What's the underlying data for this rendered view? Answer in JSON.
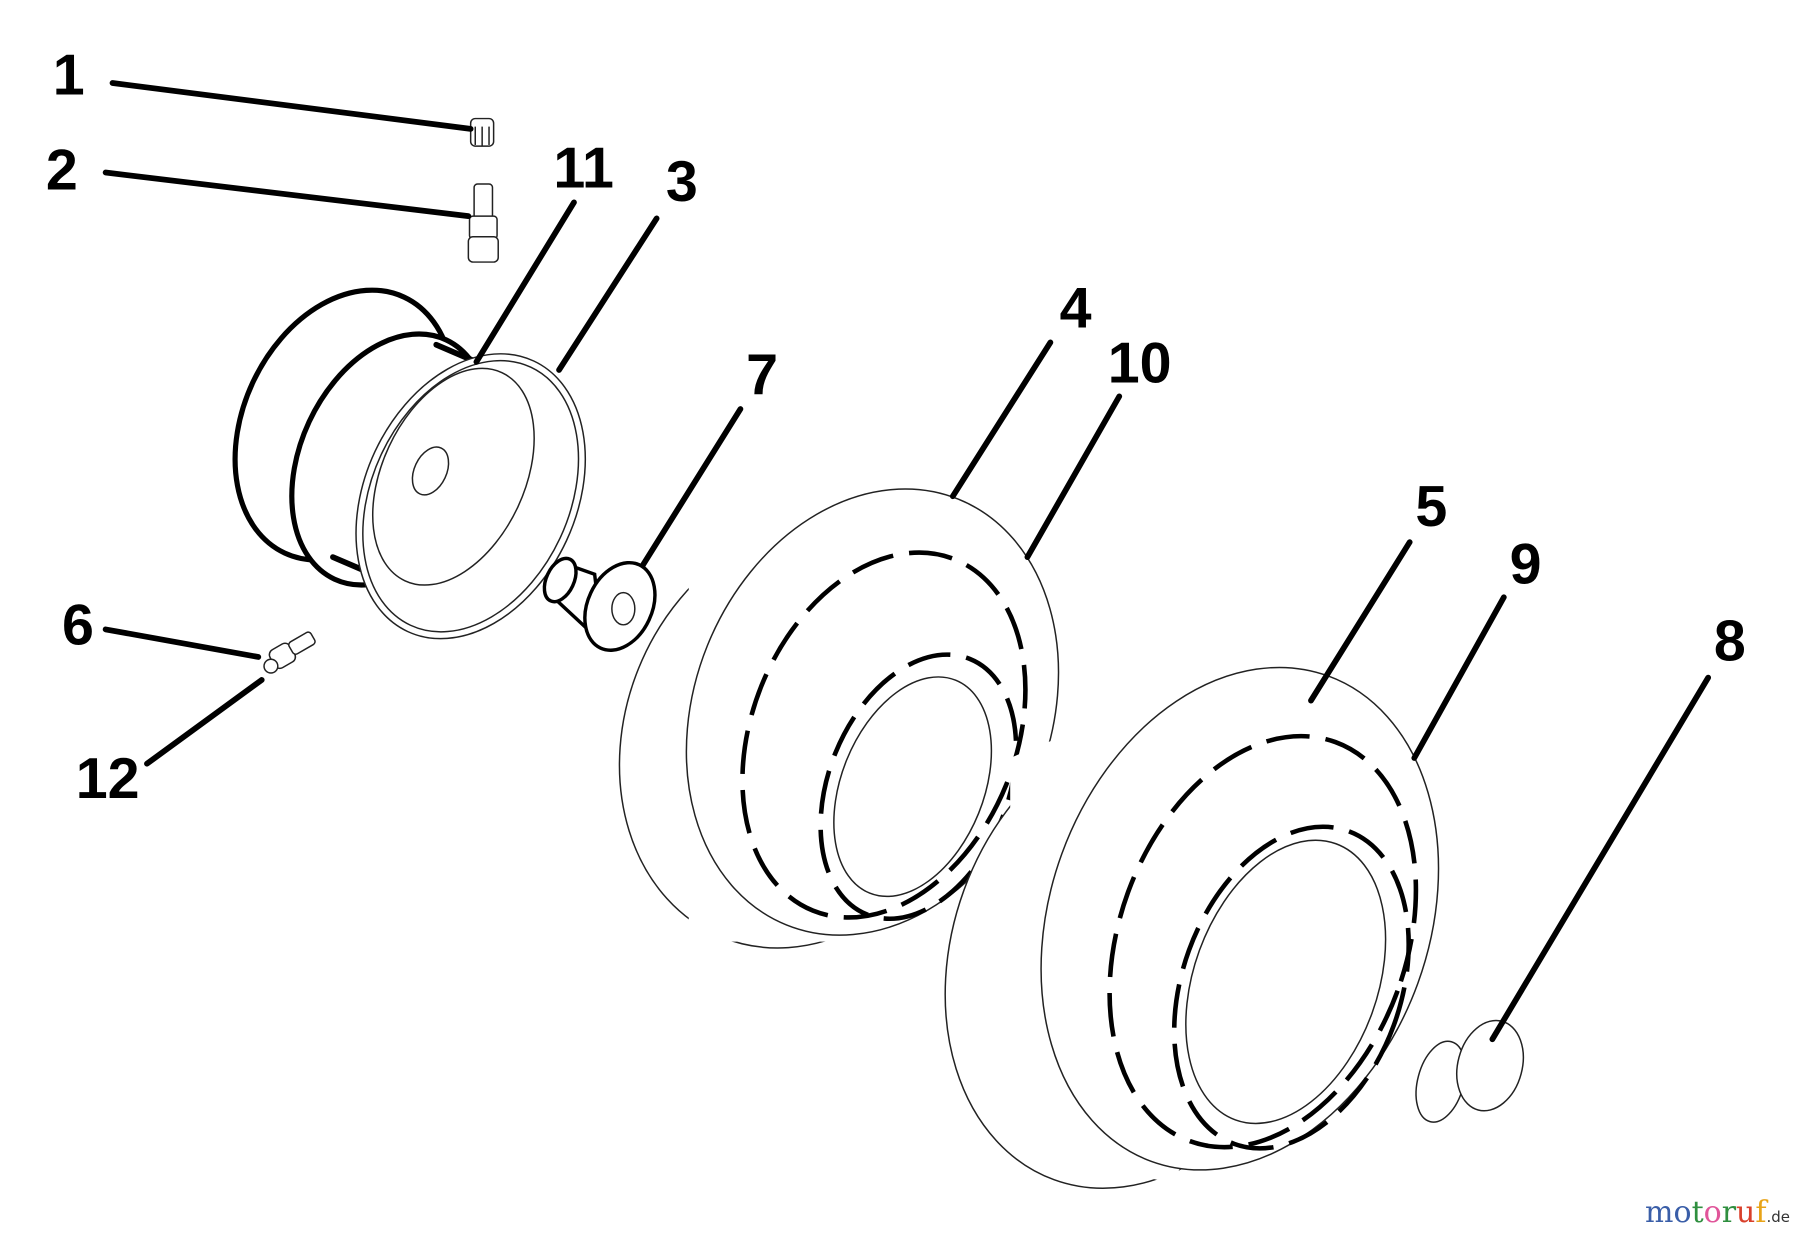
{
  "diagram": {
    "callouts": [
      "1",
      "2",
      "3",
      "4",
      "5",
      "6",
      "7",
      "8",
      "9",
      "10",
      "11",
      "12"
    ]
  },
  "watermark": {
    "text": "motoruf",
    "tld": ".de",
    "letter_colors": [
      "#3a5ea8",
      "#3a5ea8",
      "#2f8f3f",
      "#e0569a",
      "#2f8f3f",
      "#d9402b",
      "#e8a317"
    ]
  }
}
